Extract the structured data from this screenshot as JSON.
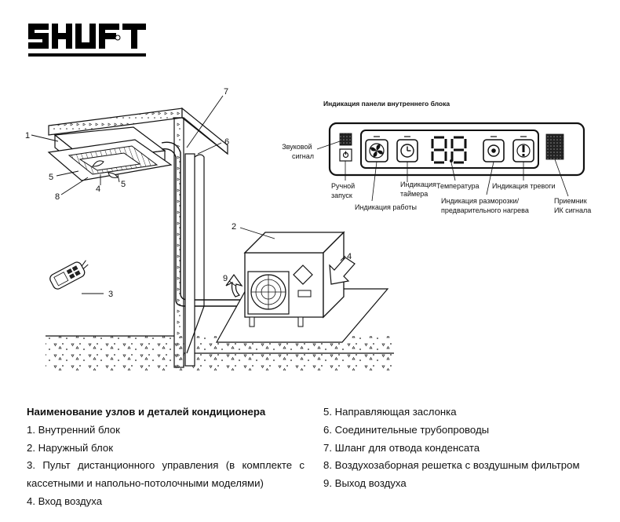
{
  "logo": {
    "text": "SHUFT"
  },
  "diagram": {
    "callouts": [
      "1",
      "2",
      "3",
      "4",
      "5",
      "6",
      "7",
      "8",
      "9",
      "4",
      "5"
    ]
  },
  "panel": {
    "title": "Индикация панели внутреннего блока",
    "labels": {
      "sound": "Звуковой\nсигнал",
      "manual": "Ручной\nзапуск",
      "run": "Индикация работы",
      "timer": "Индикация\nтаймера",
      "temp": "Температура",
      "defrost": "Индикация разморозки/\nпредварительного нагрева",
      "alarm": "Индикация тревоги",
      "ir": "Приемник\nИК сигнала"
    },
    "display": "88"
  },
  "legend": {
    "heading": "Наименование узлов и деталей кондиционера",
    "items_left": [
      "1. Внутренний блок",
      "2. Наружный блок",
      "3. Пульт дистанционного управления (в комплекте с кассетными и напольно-потолочными моделями)",
      "4. Вход воздуха"
    ],
    "items_right": [
      "5. Направляющая заслонка",
      "6. Соединительные трубопроводы",
      "7. Шланг для отвода конденсата",
      "8. Воздухозаборная решетка с воздушным фильтром",
      "9. Выход воздуха"
    ]
  }
}
